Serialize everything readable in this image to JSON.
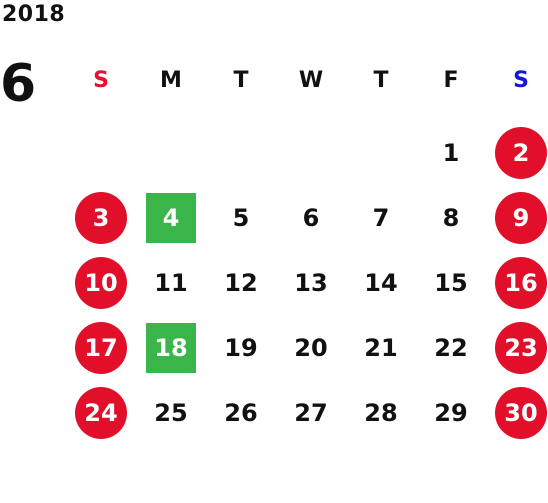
{
  "calendar": {
    "year": "2018",
    "month": "6",
    "weekdays": [
      "S",
      "M",
      "T",
      "W",
      "T",
      "F",
      "S"
    ],
    "colors": {
      "sunday_header": "#e3132f",
      "saturday_header": "#1418d6",
      "holiday_circle": "#e10f2a",
      "highlight_square": "#3ab54a",
      "text": "#111111"
    },
    "weeks": [
      [
        {
          "day": "",
          "style": "empty"
        },
        {
          "day": "",
          "style": "empty"
        },
        {
          "day": "",
          "style": "empty"
        },
        {
          "day": "",
          "style": "empty"
        },
        {
          "day": "",
          "style": "empty"
        },
        {
          "day": "1",
          "style": "plain"
        },
        {
          "day": "2",
          "style": "circle"
        }
      ],
      [
        {
          "day": "3",
          "style": "circle"
        },
        {
          "day": "4",
          "style": "square"
        },
        {
          "day": "5",
          "style": "plain"
        },
        {
          "day": "6",
          "style": "plain"
        },
        {
          "day": "7",
          "style": "plain"
        },
        {
          "day": "8",
          "style": "plain"
        },
        {
          "day": "9",
          "style": "circle"
        }
      ],
      [
        {
          "day": "10",
          "style": "circle"
        },
        {
          "day": "11",
          "style": "plain"
        },
        {
          "day": "12",
          "style": "plain"
        },
        {
          "day": "13",
          "style": "plain"
        },
        {
          "day": "14",
          "style": "plain"
        },
        {
          "day": "15",
          "style": "plain"
        },
        {
          "day": "16",
          "style": "circle"
        }
      ],
      [
        {
          "day": "17",
          "style": "circle"
        },
        {
          "day": "18",
          "style": "square"
        },
        {
          "day": "19",
          "style": "plain"
        },
        {
          "day": "20",
          "style": "plain"
        },
        {
          "day": "21",
          "style": "plain"
        },
        {
          "day": "22",
          "style": "plain"
        },
        {
          "day": "23",
          "style": "circle"
        }
      ],
      [
        {
          "day": "24",
          "style": "circle"
        },
        {
          "day": "25",
          "style": "plain"
        },
        {
          "day": "26",
          "style": "plain"
        },
        {
          "day": "27",
          "style": "plain"
        },
        {
          "day": "28",
          "style": "plain"
        },
        {
          "day": "29",
          "style": "plain"
        },
        {
          "day": "30",
          "style": "circle"
        }
      ]
    ]
  }
}
